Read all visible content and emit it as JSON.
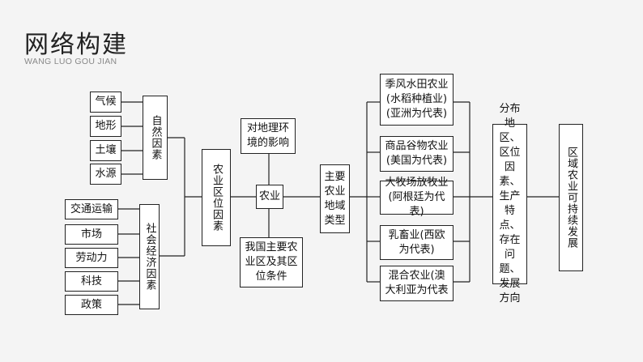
{
  "header": {
    "title": "网络构建",
    "subtitle": "WANG LUO GOU JIAN"
  },
  "diagram": {
    "natural_factors": [
      "气候",
      "地形",
      "土壤",
      "水源"
    ],
    "natural_group": "自然因素",
    "social_factors": [
      "交通运输",
      "市场",
      "劳动力",
      "科技",
      "政策"
    ],
    "social_group": "社会经济因素",
    "agri_location": "农业区位因素",
    "geo_impact": "对地理环境的影响",
    "agriculture": "农业",
    "main_regions": "我国主要农业区及其区位条件",
    "main_types": "主要农业地域类型",
    "types": [
      "季风水田农业(水稻种植业)(亚洲为代表)",
      "商品谷物农业(美国为代表)",
      "大牧场放牧业(阿根廷为代表)",
      "乳畜业(西欧为代表)",
      "混合农业(澳大利亚为代表"
    ],
    "features": "分布地区、区位因素、生产特点、存在问题、发展方向",
    "sustainable": "区域农业可持续发展"
  }
}
